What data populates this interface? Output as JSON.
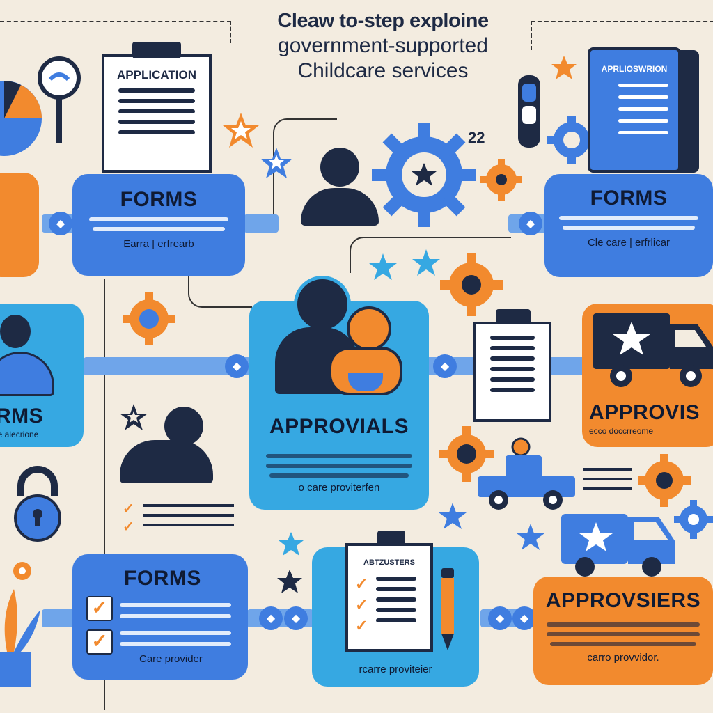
{
  "title": {
    "line1": "Cleaw to-step exploine",
    "line2": "government-supported",
    "line3": "Childcare services"
  },
  "cards": {
    "forms_top_left": {
      "heading": "FORMS",
      "sub": "Earra | erfrearb"
    },
    "forms_top_right": {
      "heading": "FORMS",
      "sub": "Cle care | erfrlicar"
    },
    "forms_mid_left": {
      "heading": "RMS",
      "sub": "le alecrione"
    },
    "approvials": {
      "heading": "APPROVIALS",
      "sub": "o care proviterfen"
    },
    "approvis_right": {
      "heading": "APPROVIS",
      "sub": "ecco doccrreome"
    },
    "forms_bottom": {
      "heading": "FORMS",
      "sub": "Care provider"
    },
    "bottom_center": {
      "sub": "rcarre proviteier"
    },
    "approvsiers": {
      "heading": "APPROVSIERS",
      "sub": "carro provvidor."
    }
  },
  "docs": {
    "application_top": "APPLICATION",
    "application_right": "APRLIOSWRION",
    "clipboard_bottom": "ABTZUSTERS"
  },
  "badge_number": "22",
  "icons": {
    "gear": "gear-icon",
    "star": "star-icon",
    "lock": "lock-icon",
    "truck": "truck-icon",
    "pie": "pie-chart-icon",
    "magnifier": "magnifier-icon",
    "pen": "pen-icon",
    "check": "checkmark-icon"
  },
  "colors": {
    "background": "#f3ece0",
    "blue": "#3f7de0",
    "cyan": "#36a8e2",
    "orange": "#f28a2e",
    "navy": "#1e2a44"
  }
}
